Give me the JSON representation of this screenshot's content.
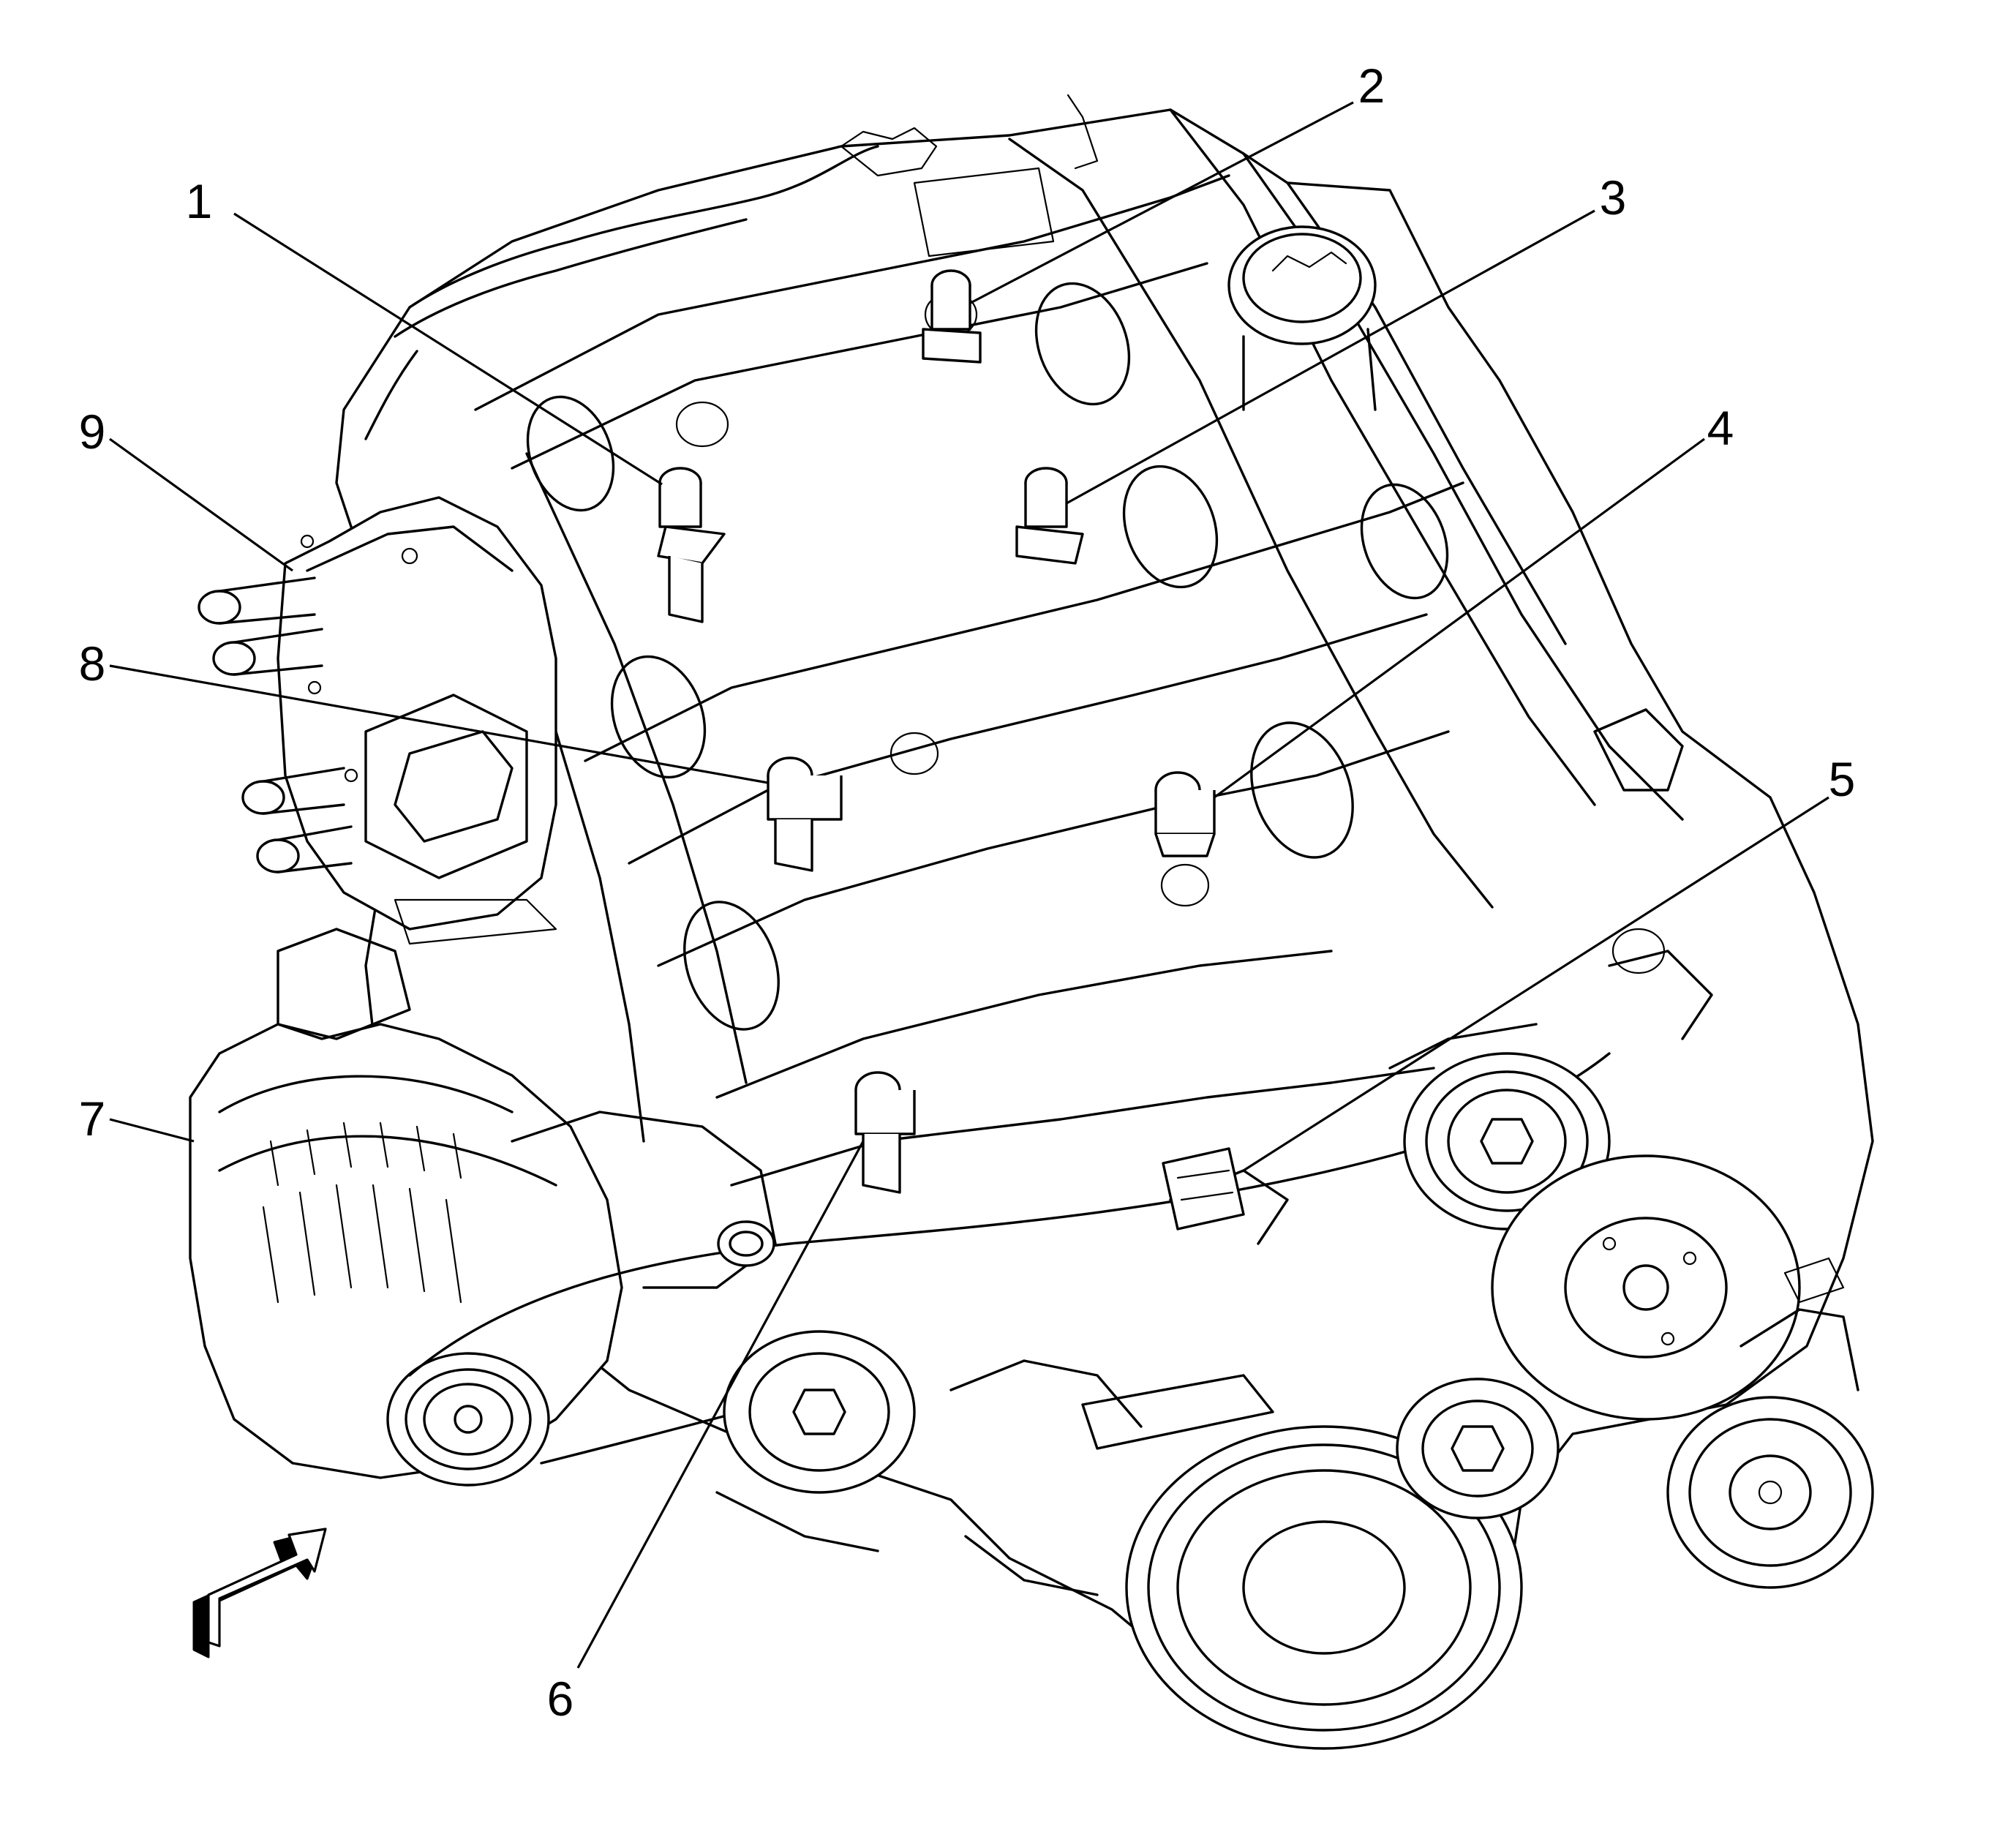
{
  "callouts": [
    {
      "id": "1",
      "label": "1"
    },
    {
      "id": "2",
      "label": "2"
    },
    {
      "id": "3",
      "label": "3"
    },
    {
      "id": "4",
      "label": "4"
    },
    {
      "id": "5",
      "label": "5"
    },
    {
      "id": "6",
      "label": "6"
    },
    {
      "id": "7",
      "label": "7"
    },
    {
      "id": "8",
      "label": "8"
    },
    {
      "id": "9",
      "label": "9"
    }
  ],
  "view_arrow": {
    "icon": "view-direction-arrow-icon"
  }
}
